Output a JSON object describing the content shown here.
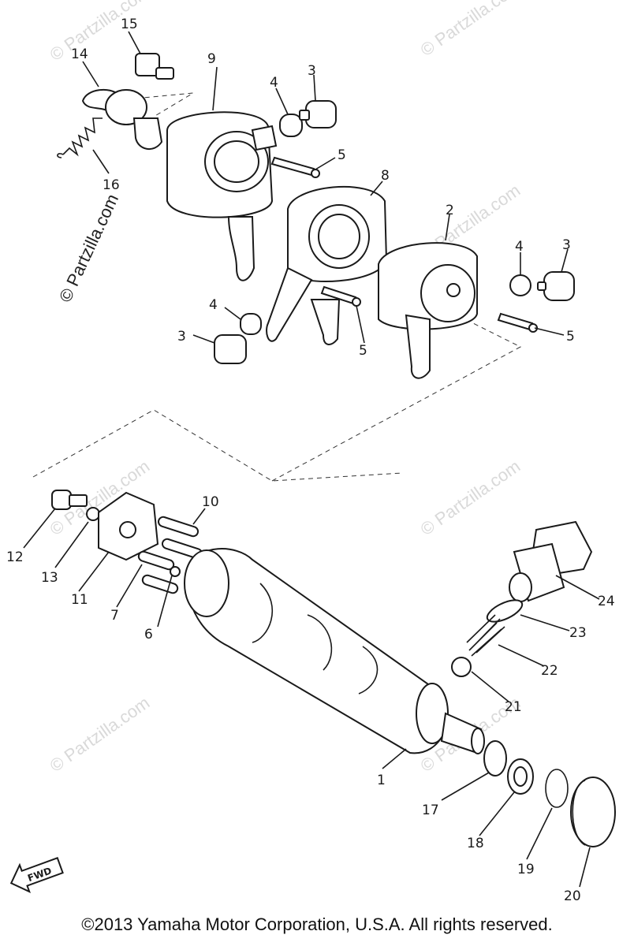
{
  "watermark": {
    "text": "© Partzilla.com"
  },
  "fwd_badge": "FWD",
  "callouts": [
    "1",
    "2",
    "3",
    "3",
    "3",
    "4",
    "4",
    "4",
    "5",
    "5",
    "5",
    "6",
    "7",
    "8",
    "9",
    "10",
    "11",
    "12",
    "13",
    "14",
    "15",
    "16",
    "17",
    "18",
    "19",
    "20",
    "21",
    "22",
    "23",
    "24"
  ],
  "footer": {
    "copyright": "©2013  Yamaha Motor Corporation, U.S.A. All rights reserved."
  }
}
